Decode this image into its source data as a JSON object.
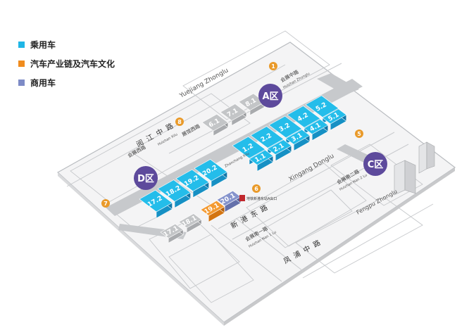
{
  "legend": [
    {
      "label": "乘用车",
      "color": "#1fb6e6"
    },
    {
      "label": "汽车产业链及汽车文化",
      "color": "#f08c1e"
    },
    {
      "label": "商用车",
      "color": "#7d8bc6"
    }
  ],
  "zones": {
    "a": "A区",
    "c": "C区",
    "d": "D区"
  },
  "entrances": [
    "1",
    "5",
    "6",
    "7",
    "8"
  ],
  "roads": {
    "yuejiang_cn": "阅江中路",
    "yuejiang_en": "Yuejiang Zhonglu",
    "xingang_east_cn": "新港东路",
    "xingang_east_en": "Xingang Donglu",
    "fengpu_en": "Fengpu Zhonglu",
    "fengpu_cn": "凤浦中路",
    "huizhan_west_cn": "会展西路",
    "huizhan_west_en": "Huizhan Xilu",
    "huizhan_middle_cn": "会展中路",
    "huizhan_middle_en": "Huizhan Zhonglu",
    "huizhan_south_cn": "会展南一路",
    "huizhan_south_en": "Huizhan Nan 1 Lu",
    "huizhan_south2_cn": "会展南二路",
    "huizhan_south2_en": "Huizhan Nan 2 Lu",
    "sidewalk_label": "Zhanchang Xilu",
    "hall_road_label": "展馆西路",
    "metro_label": "地铁新港东站A出口"
  },
  "halls": {
    "blue_a": [
      "1.2",
      "2.2",
      "3.2",
      "4.2",
      "5.2",
      "1.1",
      "2.1",
      "3.1",
      "4.1",
      "5.1"
    ],
    "blue_d": [
      "17.2",
      "18.2",
      "19.2",
      "20.2"
    ],
    "orange": [
      "19.1"
    ],
    "purple": [
      "20.1"
    ],
    "gray_top": [
      "6.1",
      "7.1",
      "8.1"
    ],
    "gray_bottom": [
      "17.1",
      "18.1"
    ]
  }
}
